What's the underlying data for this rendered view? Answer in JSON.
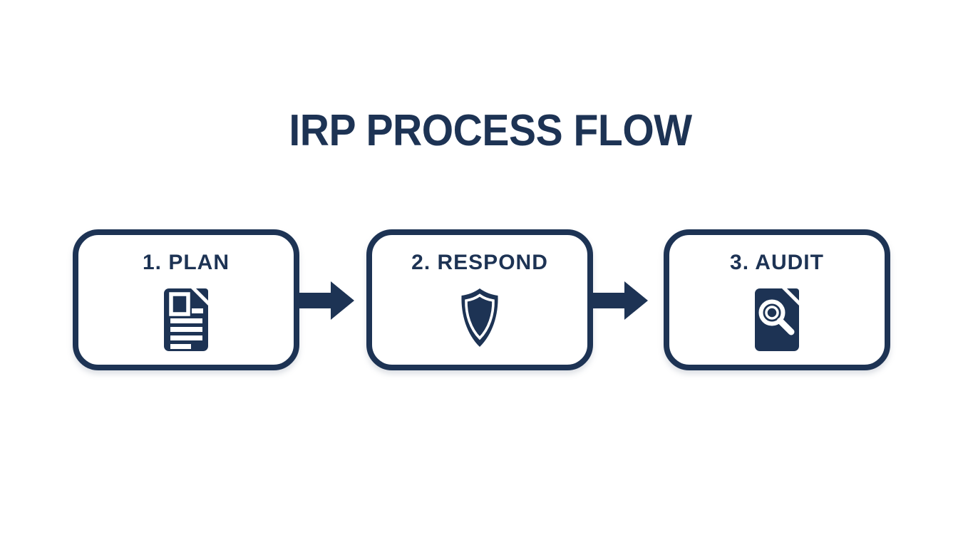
{
  "title": "IRP PROCESS FLOW",
  "colors": {
    "navy": "#1d3354",
    "background": "#ffffff"
  },
  "steps": [
    {
      "label": "1. PLAN",
      "icon": "document-icon"
    },
    {
      "label": "2. RESPOND",
      "icon": "shield-icon"
    },
    {
      "label": "3. AUDIT",
      "icon": "document-search-icon"
    }
  ],
  "connectors": [
    {
      "icon": "arrow-right-icon",
      "direction": "right"
    },
    {
      "icon": "arrow-right-icon",
      "direction": "right"
    }
  ]
}
